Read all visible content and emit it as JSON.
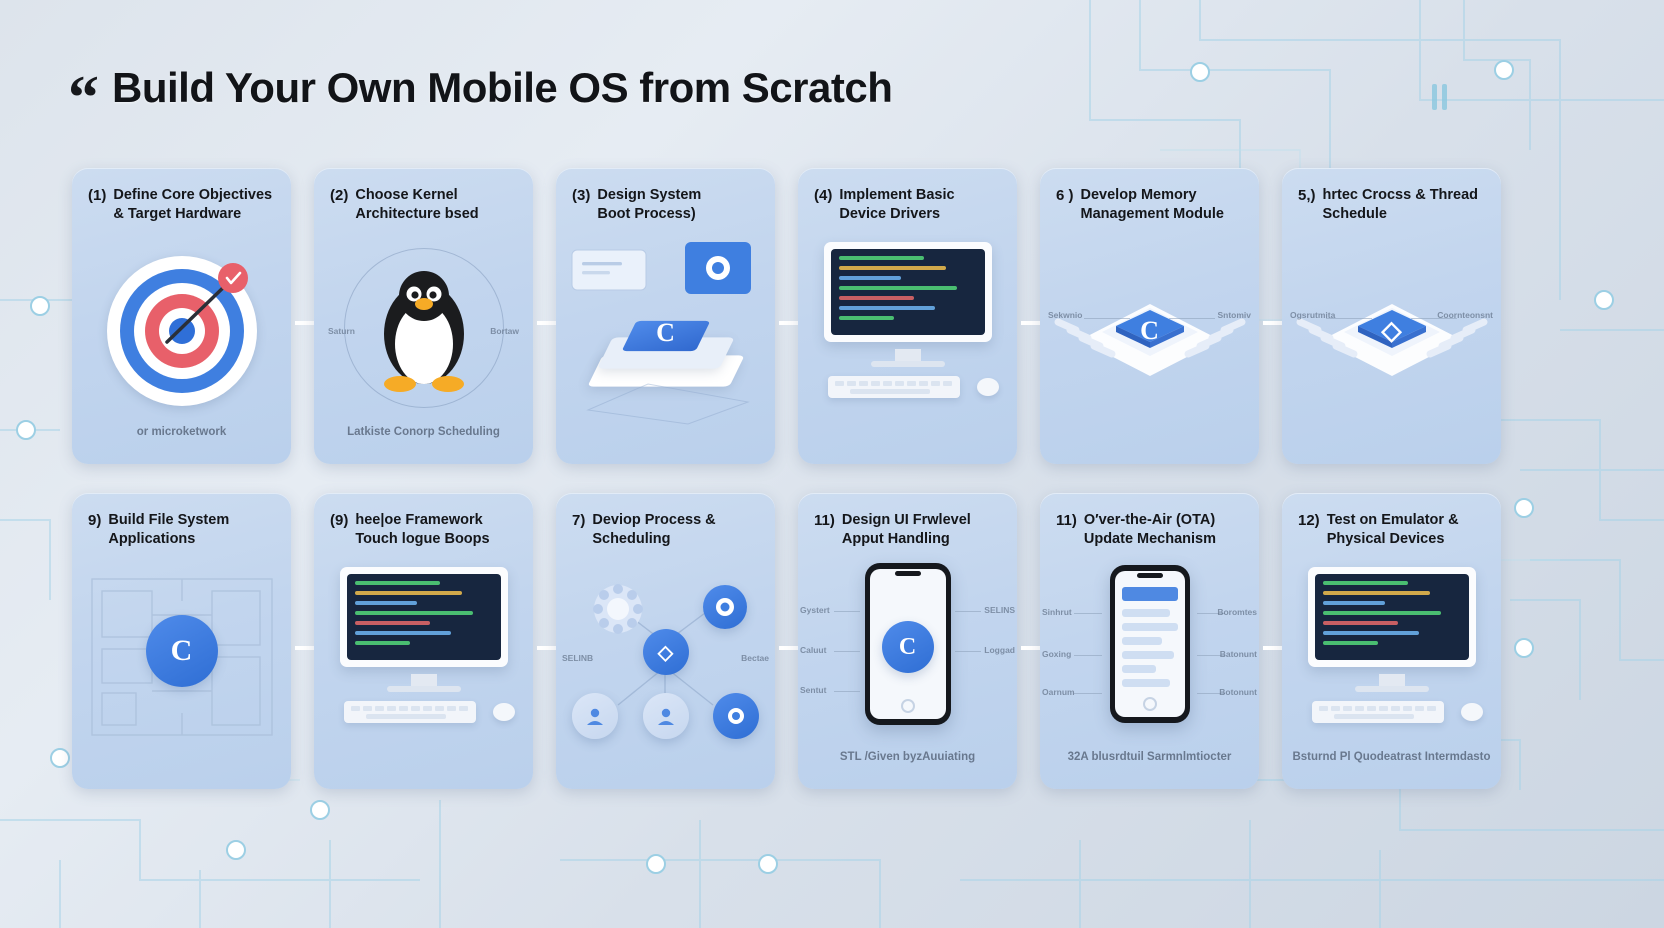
{
  "header": {
    "quote_glyph": "“",
    "title": "Build Your Own Mobile OS from Scratch"
  },
  "steps": [
    {
      "num": "(1)",
      "title_line1": "Define Core Objectives",
      "title_line2": "& Target Hardware",
      "caption": "or microketwork",
      "art": "target",
      "letter": ""
    },
    {
      "num": "(2)",
      "title_line1": "Choose Kernel",
      "title_line2": "Architecture  bsed",
      "caption": "Latkiste Conorp Scheduling",
      "art": "penguin",
      "labels": [
        "Saturn",
        "Bortaw"
      ]
    },
    {
      "num": "(3)",
      "title_line1": "Design System",
      "title_line2": "Boot Process)",
      "caption": "",
      "art": "boot-chip",
      "letter": "C"
    },
    {
      "num": "(4)",
      "title_line1": "Implement Basic",
      "title_line2": "Device Drivers",
      "caption": "",
      "art": "desktop-code",
      "letter": ""
    },
    {
      "num": "6 )",
      "title_line1": "Develop Memory",
      "title_line2": "Management Module",
      "caption": "",
      "art": "chip-labeled",
      "letter": "C",
      "labels": [
        "Sekwnio",
        "Sntomiv"
      ]
    },
    {
      "num": "5,)",
      "title_line1": "hrtec Crocss & Thread",
      "title_line2": "Schedule",
      "caption": "",
      "art": "chip-labeled",
      "letter": "◇",
      "labels": [
        "Ogsrutmita",
        "Coornteonsnt"
      ]
    },
    {
      "num": "9)",
      "title_line1": "Build File System",
      "title_line2": "Applications",
      "caption": "",
      "art": "blueprint",
      "letter": "C"
    },
    {
      "num": "(9)",
      "title_line1": "hee|oe Framework",
      "title_line2": "Touch logue Boops",
      "caption": "",
      "art": "desktop-code",
      "letter": ""
    },
    {
      "num": "7)",
      "title_line1": "Deviop Process &",
      "title_line2": "Scheduling",
      "caption": "",
      "art": "network",
      "letter": "◇",
      "labels": [
        "SELINB",
        "Bectae"
      ]
    },
    {
      "num": "11)",
      "title_line1": "Design UI Frwlevel",
      "title_line2": "Apput Handling",
      "caption": "STL /Given byzAuuiating",
      "art": "phone-c",
      "letter": "C",
      "labels": [
        "Gystert",
        "SELINS",
        "Caluut",
        "Loggad",
        "Sentut"
      ]
    },
    {
      "num": "11)",
      "title_line1": "O′ver-the-Air (OTA)",
      "title_line2": "Update Mechanism",
      "caption": "32A blusrdtuil Sarmnlmtiocter",
      "art": "phone-list",
      "letter": "",
      "labels": [
        "Sinhrut",
        "Boromtes",
        "Goxing",
        "Batonunt",
        "Oarnum",
        "Botonunt"
      ]
    },
    {
      "num": "12)",
      "title_line1": "Test on Emulator &",
      "title_line2": "Physical Devices",
      "caption": "Bsturnd Pl Quodeatrast Intermdasto",
      "art": "desktop-code",
      "letter": ""
    }
  ],
  "colors": {
    "card_bg": "#c4d6ee",
    "accent_blue": "#3f7fe0",
    "deep_blue": "#2f6ed4",
    "target_red": "#e8606a",
    "terminal_bg": "#17263f",
    "terminal_green": "#53d97a",
    "title_text": "#121418",
    "caption_text": "#49566a"
  },
  "code_colors": [
    "#53d97a",
    "#f2c14e",
    "#6fb6f5",
    "#53d97a",
    "#e86a6a",
    "#6fb6f5",
    "#53d97a"
  ]
}
